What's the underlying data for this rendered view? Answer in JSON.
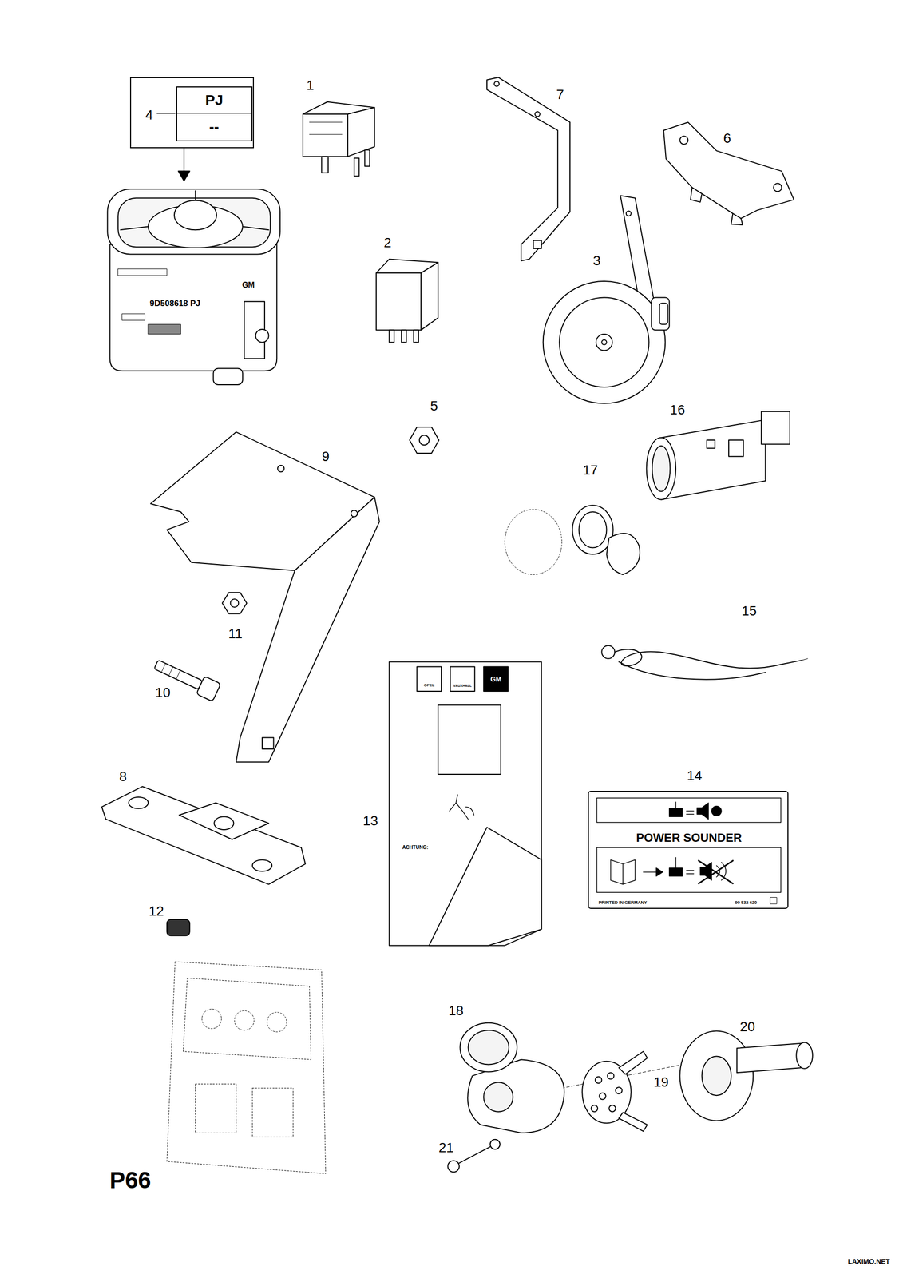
{
  "diagram": {
    "nodes": [
      {
        "text": [
          "4"
        ]
      },
      {
        "text": [
          "PJ",
          "--"
        ],
        "in": 0
      },
      {
        "text": [
          "POWER SOUNDER",
          "PRINTED IN GERMANY",
          "90 532 620"
        ]
      }
    ],
    "labels": [
      "1",
      "7",
      "6",
      "2",
      "3",
      "16",
      "5",
      "9",
      "17",
      "11",
      "10",
      "15",
      "8",
      "14",
      "13",
      "12",
      "18",
      "20",
      "19",
      "21",
      "P66",
      "LAXIMO.NET",
      "9D508618 PJ",
      "GM",
      "OPEL",
      "VAUXHALL",
      "GM",
      "ACHTUNG:"
    ]
  }
}
